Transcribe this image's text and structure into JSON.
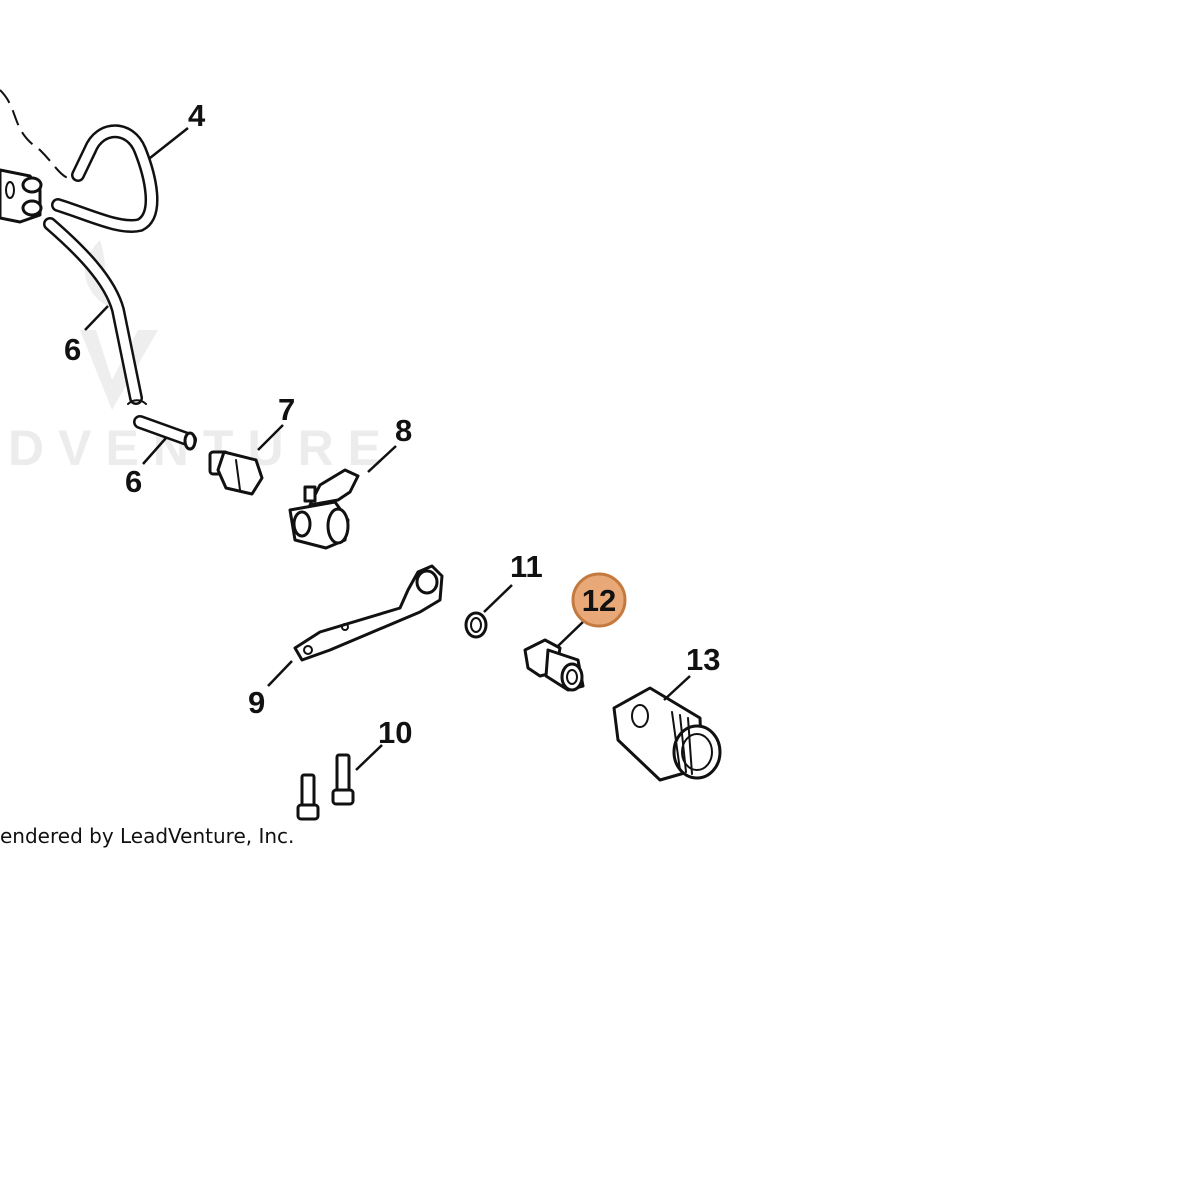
{
  "watermark": {
    "text": "DVENTURE"
  },
  "credit": "endered by LeadVenture, Inc.",
  "highlight_color": "#e8a878",
  "callouts": [
    {
      "id": "4",
      "label": "4"
    },
    {
      "id": "6a",
      "label": "6"
    },
    {
      "id": "6b",
      "label": "6"
    },
    {
      "id": "7",
      "label": "7"
    },
    {
      "id": "8",
      "label": "8"
    },
    {
      "id": "9",
      "label": "9"
    },
    {
      "id": "10",
      "label": "10"
    },
    {
      "id": "11",
      "label": "11"
    },
    {
      "id": "12",
      "label": "12",
      "highlighted": true
    },
    {
      "id": "13",
      "label": "13"
    }
  ]
}
